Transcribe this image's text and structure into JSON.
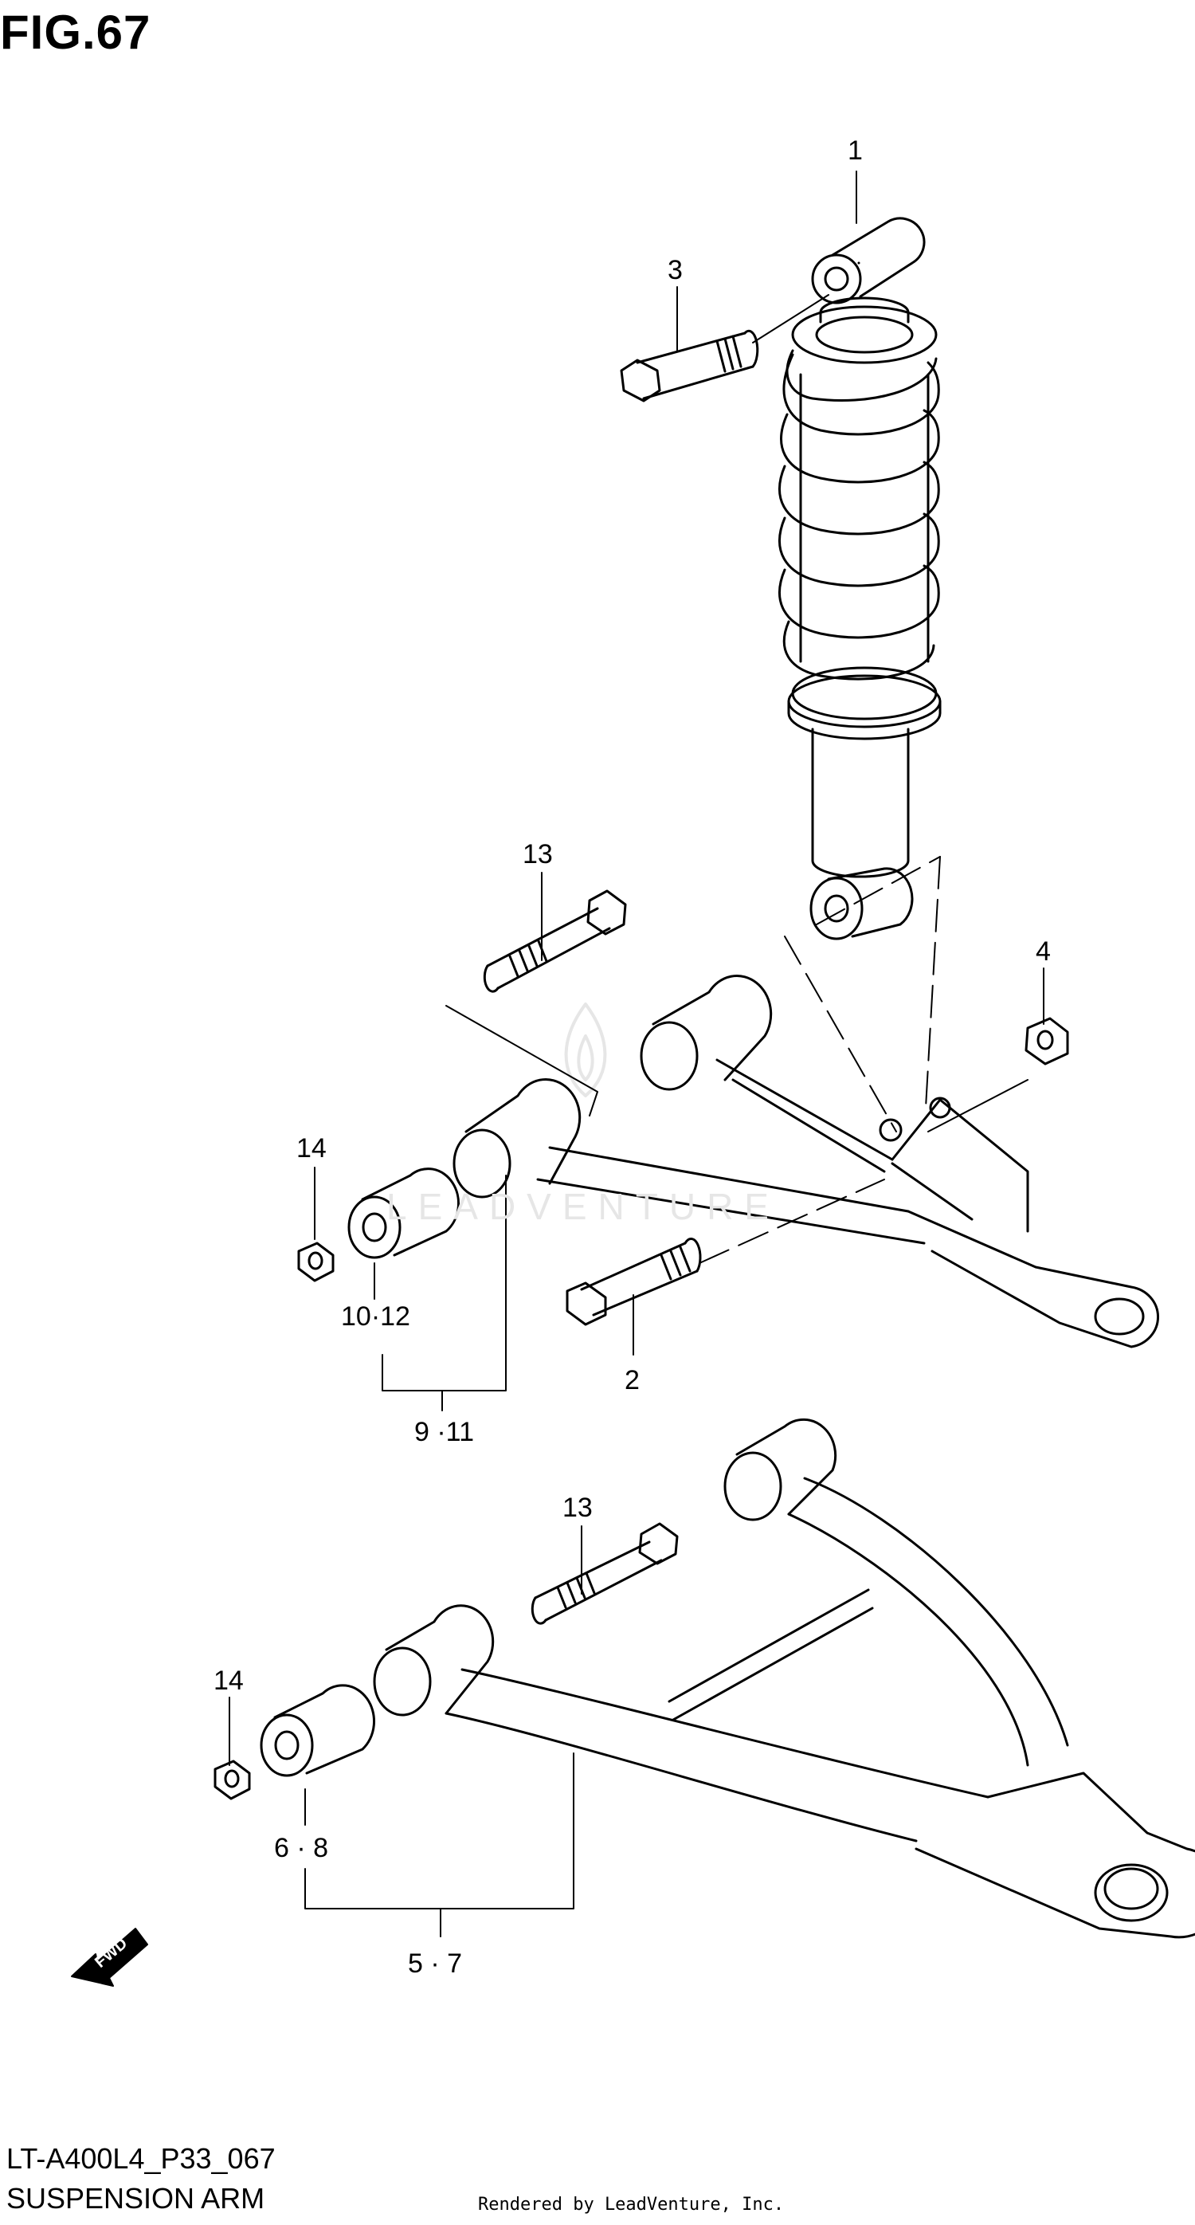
{
  "header": {
    "title": "FIG.67"
  },
  "footer": {
    "code": "LT-A400L4_P33_067",
    "title": "SUSPENSION ARM",
    "credit": "Rendered by LeadVenture, Inc."
  },
  "watermark": {
    "text": "LEADVENTURE"
  },
  "callouts": {
    "c1": "1",
    "c2": "2",
    "c3": "3",
    "c4": "4",
    "c13a": "13",
    "c13b": "13",
    "c14a": "14",
    "c14b": "14",
    "c10_12": "10·12",
    "c9_11": "9 ·11",
    "c6_8": "6 · 8",
    "c5_7": "5 · 7"
  },
  "arrow": {
    "label": "FWD"
  }
}
